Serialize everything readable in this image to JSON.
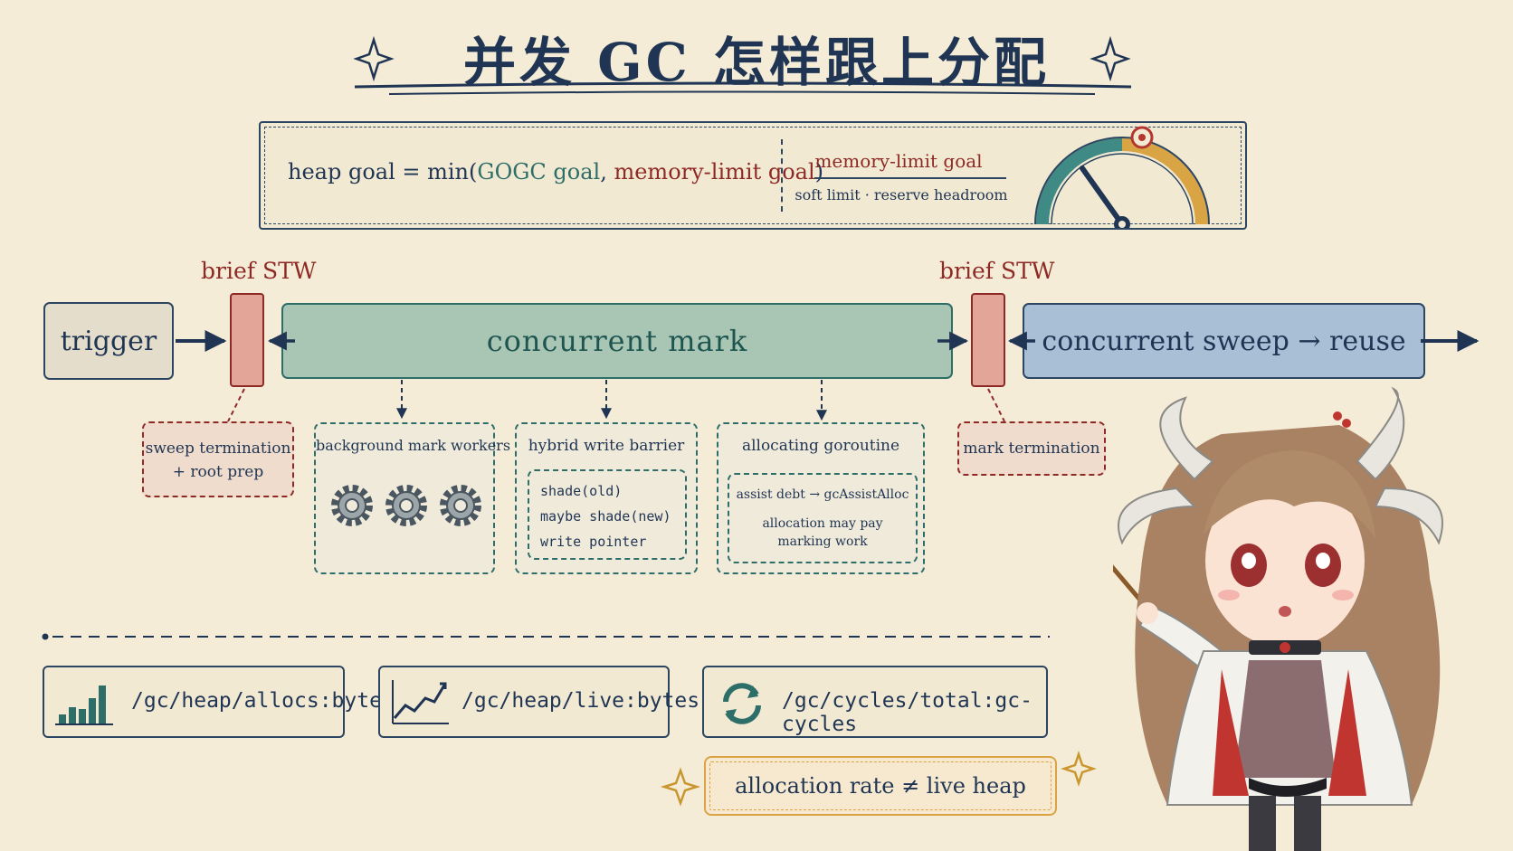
{
  "title": "并发 GC 怎样跟上分配",
  "heap_goal": {
    "prefix": "heap goal = min(",
    "gogc": "GOGC goal",
    "comma": ", ",
    "memlimit": "memory-limit goal",
    "suffix": ")",
    "right_title": "memory-limit goal",
    "right_sub": "soft limit · reserve headroom"
  },
  "timeline": {
    "trigger": "trigger",
    "stw_left": "brief STW",
    "stw_right": "brief STW",
    "mark": "concurrent mark",
    "sweep": "concurrent sweep → reuse"
  },
  "notes": {
    "sweep_term_1": "sweep termination",
    "sweep_term_2": "+ root prep",
    "workers": "background mark workers",
    "barrier": "hybrid write barrier",
    "barrier_lines": [
      "shade(old)",
      "maybe shade(new)",
      "write pointer"
    ],
    "alloc": "allocating goroutine",
    "alloc_1": "assist debt → gcAssistAlloc",
    "alloc_2": "allocation may pay",
    "alloc_3": "marking work",
    "mark_term": "mark termination"
  },
  "metrics": [
    {
      "label": "/gc/heap/allocs:bytes",
      "icon": "bar-chart-icon"
    },
    {
      "label": "/gc/heap/live:bytes",
      "icon": "line-chart-icon"
    },
    {
      "label": "/gc/cycles/total:gc-cycles",
      "icon": "cycle-icon"
    }
  ],
  "callout": "allocation rate ≠ live heap",
  "colors": {
    "navy": "#1f3553",
    "mark_green": "#a9c6b4",
    "sweep_blue": "#a8bfd6",
    "stw_red": "#e3a597",
    "red_text": "#8e2a26",
    "teal": "#2e6e69",
    "gold": "#d9a444",
    "paper": "#f5ecd7"
  }
}
